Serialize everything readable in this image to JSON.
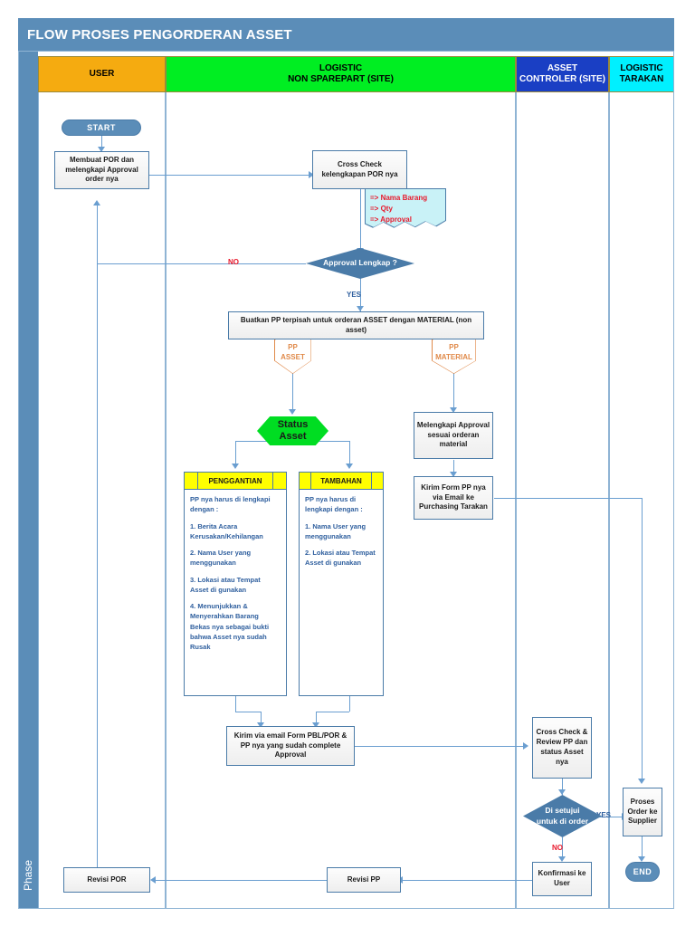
{
  "diagram": {
    "title": "FLOW PROSES PENGORDERAN ASSET",
    "phase_label": "Phase",
    "accent_header": "#5b8db8",
    "lane_border": "#8fb4d4"
  },
  "lanes": [
    {
      "id": "user",
      "label": "USER",
      "color": "#f5ab10"
    },
    {
      "id": "logistic",
      "label_line1": "LOGISTIC",
      "label_line2": "NON SPAREPART (SITE)",
      "color": "#00ee22"
    },
    {
      "id": "asset_controller",
      "label_line1": "ASSET",
      "label_line2": "CONTROLER (SITE)",
      "color": "#1a3fc4",
      "text_color": "#ffffff"
    },
    {
      "id": "logistic_tarakan",
      "label_line1": "LOGISTIC",
      "label_line2": "TARAKAN",
      "color": "#00f0ff"
    }
  ],
  "nodes": {
    "start": "START",
    "end": "END",
    "membuat_por": "Membuat POR dan melengkapi Approval order nya",
    "cross_check_por": "Cross Check kelengkapan POR nya",
    "approval_lengkap": "Approval Lengkap ?",
    "buatkan_pp": "Buatkan PP terpisah untuk orderan ASSET dengan MATERIAL (non asset)",
    "pp_asset_line1": "PP",
    "pp_asset_line2": "ASSET",
    "pp_material_line1": "PP",
    "pp_material_line2": "MATERIAL",
    "status_asset_line1": "Status",
    "status_asset_line2": "Asset",
    "melengkapi_approval": "Melengkapi Approval sesuai orderan material",
    "kirim_form_pp": "Kirim Form PP nya via Email ke Purchasing Tarakan",
    "kirim_via_email": "Kirim via email Form PBL/POR & PP nya yang sudah complete Approval",
    "cross_check_review": "Cross Check & Review PP dan status Asset nya",
    "disetujui_line1": "Di setujui",
    "disetujui_line2": "untuk di order",
    "proses_order": "Proses Order ke Supplier",
    "konfirmasi_ke_user": "Konfirmasi ke User",
    "revisi_pp": "Revisi PP",
    "revisi_por": "Revisi POR"
  },
  "note": {
    "line1": "=> Nama Barang",
    "line2": "=> Qty",
    "line3": "=> Approval",
    "fill": "#c9f2f7",
    "text_color": "#e8192c"
  },
  "cards": [
    {
      "id": "penggantian",
      "header": "PENGGANTIAN",
      "intro": "PP nya harus di lengkapi dengan :",
      "items": [
        "1. Berita Acara Kerusakan/Kehilangan",
        "2. Nama User yang menggunakan",
        "3. Lokasi atau Tempat Asset di gunakan",
        "4. Menunjukkan & Menyerahkan Barang Bekas nya sebagai bukti bahwa Asset nya sudah Rusak"
      ]
    },
    {
      "id": "tambahan",
      "header": "TAMBAHAN",
      "intro": "PP nya harus di lengkapi dengan :",
      "items": [
        "1. Nama User yang menggunakan",
        "2. Lokasi atau Tempat Asset di gunakan"
      ]
    }
  ],
  "edge_labels": {
    "no_approval": "NO",
    "yes_approval": "YES",
    "yes_order": "YES",
    "no_order": "NO"
  }
}
